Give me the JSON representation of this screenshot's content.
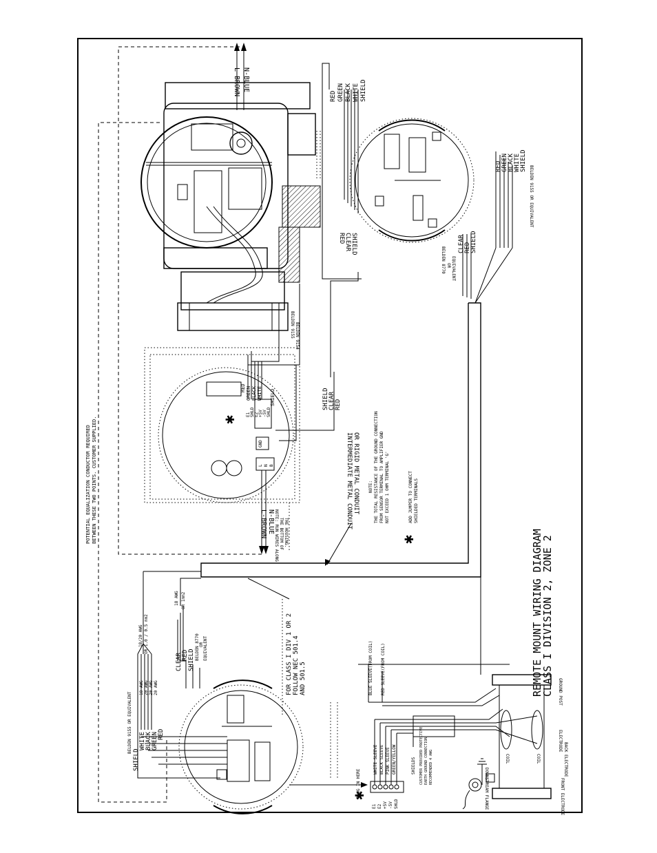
{
  "title": {
    "line1": "REMOTE MOUNT WIRING DIAGRAM",
    "line2": "CLASS I DIVISION 2, ZONE 2"
  },
  "notes": {
    "equalization_1": "POTENTIAL EQUALIZATION CONDUCTOR REQUIRED",
    "equalization_2": "BETWEEN THESE TWO POINTS. CUSTOMER SUPPLIED.",
    "conduit_1": "INTERMEDIATE METAL CONDUIT",
    "conduit_2": "OR RIGID METAL CONDUIT",
    "class_1": "FOR CLASS I DIV 1 OR 2",
    "class_2": "FOLLOW NEC 501.4",
    "class_3": "AND 501.5",
    "note_head": "NOTE:",
    "note_1": "THE TOTAL RESISTANCE OF THE GROUND CONNECTION",
    "note_2": "FROM SENSOR TERMINAL TO AMPLIFIER GND",
    "note_3": "NOT EXCEED 1 OHM TERMINAL 'G'",
    "jumper_1": "ADD JUMPER TO CONNECT",
    "jumper_2": "SHIELDED TERMINALS",
    "run_wires_1": "NOTE: RUN WIRES ALONG",
    "run_wires_2": "THE BOTTOM OF",
    "run_wires_3": "THE HOUSING.",
    "plug_in": "PLUG IN HERE"
  },
  "wire_labels": {
    "l_brown": "L-BROWN",
    "n_blue": "N-BLUE",
    "red": "RED",
    "green": "GREEN",
    "black": "BLACK",
    "white": "WHITE",
    "shield": "SHIELD",
    "clear": "CLEAR"
  },
  "cables": {
    "belden_9155": "BELDEN 9155",
    "belden_9154": "BELDEN 9154",
    "belden_9155_equiv": "BELDEN 9155 OR EQUIVALENT",
    "belden_8770": "BELDEN 8770",
    "or": "OR",
    "equivalent": "EQUIVALENT",
    "awg_18_20": "18/20 AWG",
    "mm2": "OR 1.0 / 0.5 mm2",
    "awg_18": "18 AWG",
    "awg_20": "20 AWG",
    "or_1mm2": "OR 1mm2"
  },
  "sensor_labels": {
    "white_sleeve": "WHITE SLEEVE",
    "black_sleeve": "BLACK SLEEVE",
    "pink_sleeve": "PINK SLEEVE",
    "green_yellow": "GREEN/YELLOW",
    "shields": "SHIELDS",
    "blue_sleeve": "BLUE SLEEVE(FROM COIL)",
    "red_sleeve": "RED SLEEVE(FROM COIL)",
    "ground_post": "GROUND POST",
    "electrode": "ELECTRODE",
    "back_electrode": "BACK ELECTRODE",
    "front_electrode": "FRONT ELECTRODE",
    "coil": "COIL",
    "downstream_flange": "DOWNSTREAM FLANGE",
    "customer_ground_1": "CUSTOMER PROVIDED PROTECTIVE",
    "customer_ground_2": "EARTH GROUND CONNECTION",
    "customer_ground_3": "RECOMMENDED 4 AWG"
  },
  "terminals": {
    "e1": "E1",
    "e2": "E2",
    "plus5v": "+5V",
    "minus5v": "-5V",
    "shld": "SHLD",
    "l": "L",
    "n": "N",
    "gnd": "GND",
    "b": "B"
  }
}
